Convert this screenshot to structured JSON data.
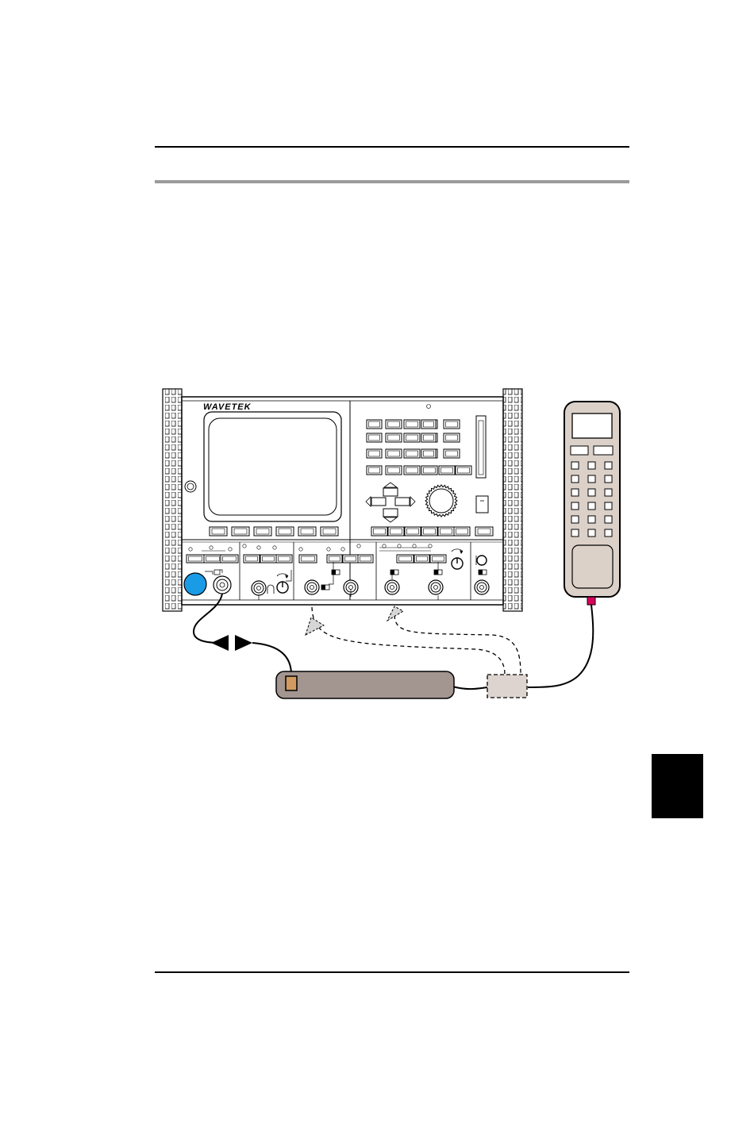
{
  "header": {
    "rule_style": "double"
  },
  "footer": {
    "rule_style": "single"
  },
  "chapter_tab": {
    "color": "#000000"
  },
  "diagram": {
    "instrument": {
      "brand": "WAVETEK"
    },
    "colors": {
      "power_button": "#1a9be6",
      "cable_connector": "#d9005b",
      "harness_body": "#a39590",
      "test_point": "#d09a60",
      "phone_body": "#dbd1c9",
      "adapter_box": "#ddd4cf",
      "probe_arrow": "#d6d6d6"
    },
    "icons": [
      "power-button-icon",
      "rotary-knob-icon",
      "arrow-up-icon",
      "arrow-down-icon",
      "arrow-left-icon",
      "arrow-right-icon"
    ]
  }
}
